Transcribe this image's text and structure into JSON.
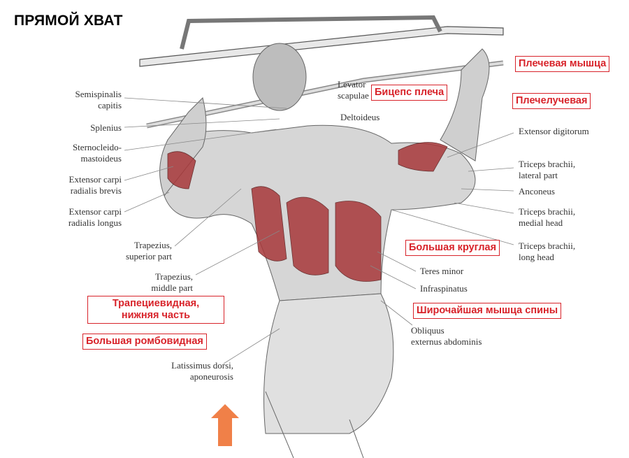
{
  "title": "ПРЯМОЙ ХВАТ",
  "left_labels": [
    {
      "id": "semispinalis",
      "text": "Semispinalis\ncapitis"
    },
    {
      "id": "splenius",
      "text": "Splenius"
    },
    {
      "id": "sternocleido",
      "text": "Sternocleido-\nmastoideus"
    },
    {
      "id": "ecrb",
      "text": "Extensor carpi\nradialis brevis"
    },
    {
      "id": "ecrl",
      "text": "Extensor carpi\nradialis longus"
    },
    {
      "id": "trap_sup",
      "text": "Trapezius,\nsuperior part"
    },
    {
      "id": "trap_mid",
      "text": "Trapezius,\nmiddle part"
    },
    {
      "id": "lat_apo",
      "text": "Latissimus dorsi,\naponeurosis"
    }
  ],
  "top_labels": [
    {
      "id": "levator",
      "text": "Levator\nscapulae"
    },
    {
      "id": "deltoideus",
      "text": "Deltoideus"
    }
  ],
  "right_labels": [
    {
      "id": "ext_dig",
      "text": "Extensor digitorum"
    },
    {
      "id": "tri_lat",
      "text": "Triceps brachii,\nlateral part"
    },
    {
      "id": "anconeus",
      "text": "Anconeus"
    },
    {
      "id": "tri_med",
      "text": "Triceps brachii,\nmedial head"
    },
    {
      "id": "tri_long",
      "text": "Triceps brachii,\nlong head"
    },
    {
      "id": "teres_minor",
      "text": "Teres minor"
    },
    {
      "id": "infraspinatus",
      "text": "Infraspinatus"
    },
    {
      "id": "obliquus",
      "text": "Obliquus\nexternus abdominis"
    }
  ],
  "russian_labels": [
    {
      "id": "biceps",
      "text": "Бицепс плеча"
    },
    {
      "id": "brachialis",
      "text": "Плечевая мышца"
    },
    {
      "id": "brachioradialis",
      "text": "Плечелучевая"
    },
    {
      "id": "teres_major",
      "text": "Большая круглая"
    },
    {
      "id": "lats",
      "text": "Широчайшая мышца спины"
    },
    {
      "id": "trap_lower",
      "text": "Трапециевидная,\nнижняя часть"
    },
    {
      "id": "rhomboid",
      "text": "Большая ромбовидная"
    }
  ],
  "colors": {
    "accent_red": "#d8232a",
    "muscle_red": "#a8383a",
    "arrow_orange": "#f08048"
  }
}
